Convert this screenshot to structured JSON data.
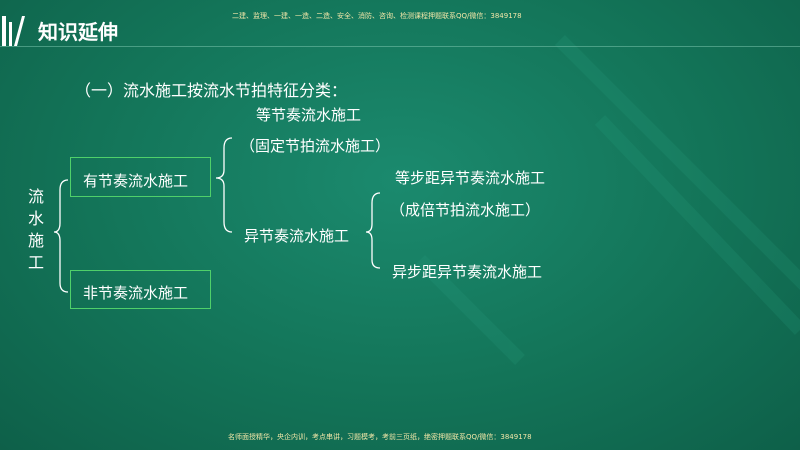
{
  "watermark": {
    "top": "二建、监理、一建、一造、二造、安全、消防、咨询、检测课程押题联系QQ/微信：3849178",
    "bottom": "名师面授精华，央企内训，考点串讲，习题模考，考前三页纸，绝密押题联系QQ/微信：3849178"
  },
  "header": {
    "title": "知识延伸"
  },
  "section": {
    "title": "（一）流水施工按流水节拍特征分类："
  },
  "tree": {
    "root": [
      "流",
      "水",
      "施",
      "工"
    ],
    "rhythmic": "有节奏流水施工",
    "non_rhythmic": "非节奏流水施工",
    "equal_rhythm": "等节奏流水施工",
    "equal_rhythm_note": "（固定节拍流水施工）",
    "unequal_rhythm": "异节奏流水施工",
    "equal_step": "等步距异节奏流水施工",
    "equal_step_note": "（成倍节拍流水施工）",
    "unequal_step": "异步距异节奏流水施工"
  },
  "colors": {
    "background": "#137458",
    "box_border": "#4fd06a",
    "watermark": "#f0e6a8"
  }
}
